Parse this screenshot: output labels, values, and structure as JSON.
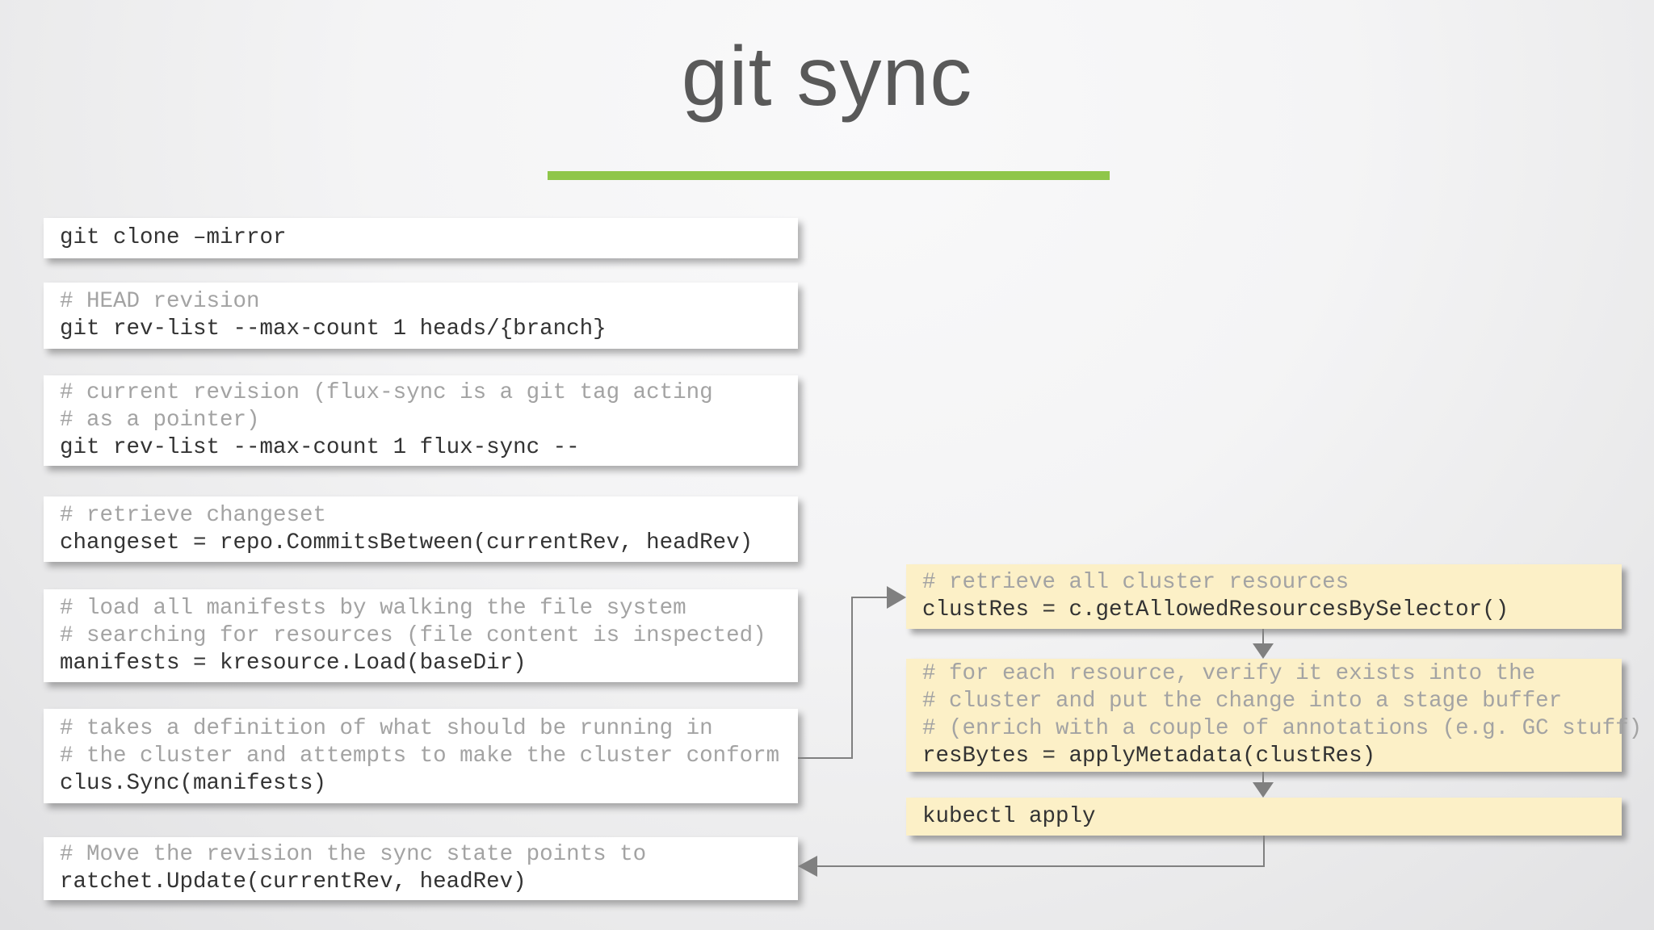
{
  "slide": {
    "title": "git sync"
  },
  "colors": {
    "accent": "#8FC64A",
    "title": "#595959",
    "box-bg": "#FFFFFF",
    "note-bg": "#FCF0C7",
    "comment": "#A3A3A3",
    "code": "#333333",
    "arrow": "#808080"
  },
  "boxes": {
    "left": [
      {
        "comments": [],
        "code": [
          "git clone –mirror"
        ]
      },
      {
        "comments": [
          "# HEAD revision"
        ],
        "code": [
          "git rev-list --max-count 1 heads/{branch}"
        ]
      },
      {
        "comments": [
          "# current revision (flux-sync is a git tag acting",
          "# as a pointer)"
        ],
        "code": [
          "git rev-list --max-count 1 flux-sync --"
        ]
      },
      {
        "comments": [
          "# retrieve changeset"
        ],
        "code": [
          "changeset = repo.CommitsBetween(currentRev, headRev)"
        ]
      },
      {
        "comments": [
          "# load all manifests by walking the file system",
          "# searching for resources (file content is inspected)"
        ],
        "code": [
          "manifests = kresource.Load(baseDir)"
        ]
      },
      {
        "comments": [
          "# takes a definition of what should be running in",
          "# the cluster and attempts to make the cluster conform"
        ],
        "code": [
          "clus.Sync(manifests)"
        ]
      },
      {
        "comments": [
          "# Move the revision the sync state points to"
        ],
        "code": [
          "ratchet.Update(currentRev, headRev)"
        ]
      }
    ],
    "right": [
      {
        "comments": [
          "# retrieve all cluster resources"
        ],
        "code": [
          "clustRes = c.getAllowedResourcesBySelector()"
        ]
      },
      {
        "comments": [
          "# for each resource, verify it exists into the",
          "# cluster and put the change into a stage buffer",
          "# (enrich with a couple of annotations (e.g. GC stuff)"
        ],
        "code": [
          "resBytes = applyMetadata(clustRes)"
        ]
      },
      {
        "comments": [],
        "code": [
          "kubectl apply"
        ]
      }
    ]
  }
}
